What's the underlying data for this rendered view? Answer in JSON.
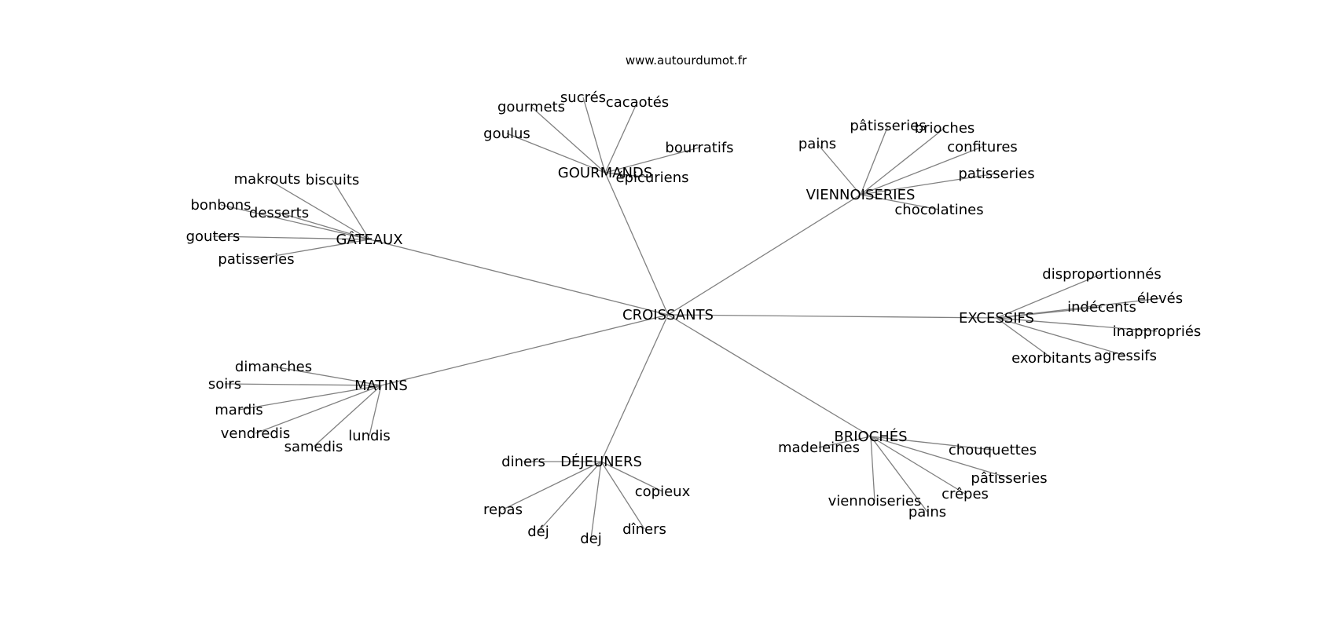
{
  "source": "www.autourdumot.fr",
  "center": {
    "id": "center",
    "label": "CROISSANTS"
  },
  "hubs": [
    {
      "id": "gourmands",
      "label": "GOURMANDS",
      "children": [
        "sucrés",
        "gourmets",
        "cacaotés",
        "goulus",
        "bourratifs",
        "épicuriens"
      ]
    },
    {
      "id": "viennoiseries",
      "label": "VIENNOISERIES",
      "children": [
        "pâtisseries",
        "brioches",
        "pains",
        "confitures",
        "patisseries",
        "chocolatines"
      ]
    },
    {
      "id": "gateaux",
      "label": "GÂTEAUX",
      "children": [
        "makrouts",
        "biscuits",
        "bonbons",
        "desserts",
        "gouters",
        "patisseries"
      ]
    },
    {
      "id": "excessifs",
      "label": "EXCESSIFS",
      "children": [
        "disproportionnés",
        "indécents",
        "élevés",
        "inappropriés",
        "exorbitants",
        "agressifs"
      ]
    },
    {
      "id": "matins",
      "label": "MATINS",
      "children": [
        "dimanches",
        "soirs",
        "mardis",
        "vendredis",
        "samedis",
        "lundis"
      ]
    },
    {
      "id": "dejeuners",
      "label": "DÉJEUNERS",
      "children": [
        "diners",
        "repas",
        "déj",
        "dej",
        "dîners",
        "copieux"
      ]
    },
    {
      "id": "brioches",
      "label": "BRIOCHÉS",
      "children": [
        "madeleines",
        "chouquettes",
        "pâtisseries",
        "crêpes",
        "viennoiseries",
        "pains"
      ]
    }
  ],
  "colors": {
    "edge": "#808080",
    "text": "#000000",
    "background": "#ffffff"
  }
}
